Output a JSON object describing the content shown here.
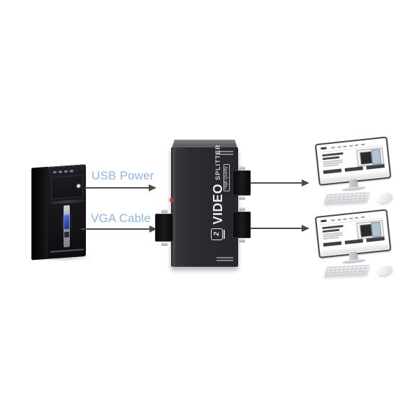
{
  "scene": {
    "type": "product-connection-diagram",
    "background": "#ffffff"
  },
  "connections": {
    "usb_power": {
      "label": "USB Power"
    },
    "vga_cable": {
      "label": "VGA Cable"
    },
    "label_color": "#8FB6E0",
    "arrow_color": "#4A4A4A",
    "output_arrows": 2
  },
  "splitter": {
    "logo_number": "2",
    "name": "VIDEO",
    "name_secondary": "SPLITTER",
    "badge": "High Quality",
    "body_color": "#2C2C30",
    "led_color": "#C23B2E",
    "input_ports": 1,
    "output_ports": 2
  },
  "devices": {
    "pc_tower": {
      "name": "desktop-pc-tower",
      "color": "#151517"
    },
    "monitors": [
      {
        "name": "monitor-with-keyboard-and-mouse"
      },
      {
        "name": "monitor-with-keyboard-and-mouse"
      }
    ]
  }
}
